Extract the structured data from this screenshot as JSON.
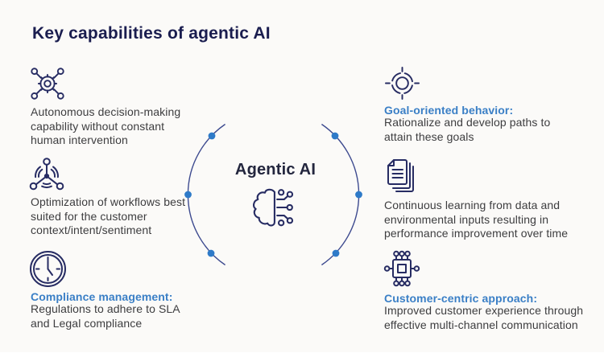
{
  "title": "Key capabilities of agentic AI",
  "center": {
    "label": "Agentic AI",
    "icon": "brain-circuit-icon"
  },
  "left_items": [
    {
      "icon": "autonomous-system-icon",
      "text": "Autonomous decision-making capability without constant human intervention"
    },
    {
      "icon": "workflow-optimization-icon",
      "text": "Optimization of workflows best suited for the customer context/intent/sentiment"
    },
    {
      "icon": "clock-icon",
      "heading": "Compliance management:",
      "text": "Regulations to adhere to SLA and Legal compliance"
    }
  ],
  "right_items": [
    {
      "icon": "goal-target-icon",
      "heading": "Goal-oriented behavior:",
      "text": "Rationalize and develop paths to attain these goals"
    },
    {
      "icon": "documents-stack-icon",
      "text": "Continuous learning from data and environmental inputs resulting in performance improvement over time"
    },
    {
      "icon": "chip-network-icon",
      "heading": "Customer-centric approach:",
      "text": "Improved customer experience through effective multi-channel communication"
    }
  ],
  "colors": {
    "background": "#fbfaf8",
    "title_navy": "#1a1d4f",
    "icon_navy": "#272c63",
    "accent_blue": "#3a7fc6",
    "dot_blue": "#2e7ac8",
    "arc_navy": "#3d4a8f",
    "body_text": "#3d3d3f"
  }
}
